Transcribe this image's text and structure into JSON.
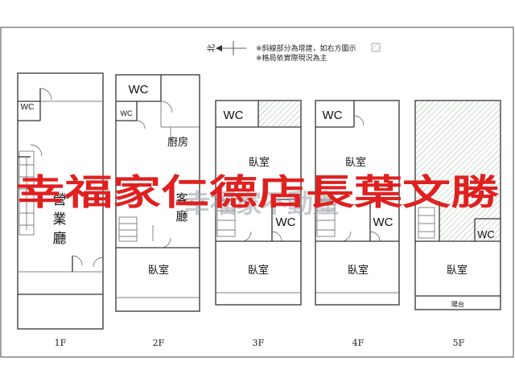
{
  "notes": {
    "north": "北",
    "line1": "※斜線部分為增建，如右方圖示",
    "line2": "※格局依實際現況為主"
  },
  "watermark": "幸福家仁德店長葉文勝",
  "watermark_faint": "幸福家不動產",
  "colors": {
    "watermark": "#e02020",
    "wall": "#333333",
    "hatch": "#9ab89a"
  },
  "floors": [
    {
      "label": "1F",
      "rooms": {
        "wc": "WC",
        "shop": [
          "營",
          "業",
          "廳"
        ]
      }
    },
    {
      "label": "2F",
      "rooms": {
        "wc_large": "WC",
        "wc_small": "WC",
        "kitchen": "廚房",
        "living": [
          "客",
          "廳"
        ],
        "bedroom": "臥室"
      }
    },
    {
      "label": "3F",
      "rooms": {
        "wc_top": "WC",
        "bedroom_top": "臥室",
        "wc_mid": "WC",
        "bedroom_bottom": "臥室"
      }
    },
    {
      "label": "4F",
      "rooms": {
        "wc_top": "WC",
        "bedroom_top": "臥室",
        "wc_mid": "WC",
        "bedroom_bottom": "臥室"
      }
    },
    {
      "label": "5F",
      "rooms": {
        "wc": "WC",
        "bedroom": "臥室",
        "balcony": "陽台"
      }
    }
  ]
}
